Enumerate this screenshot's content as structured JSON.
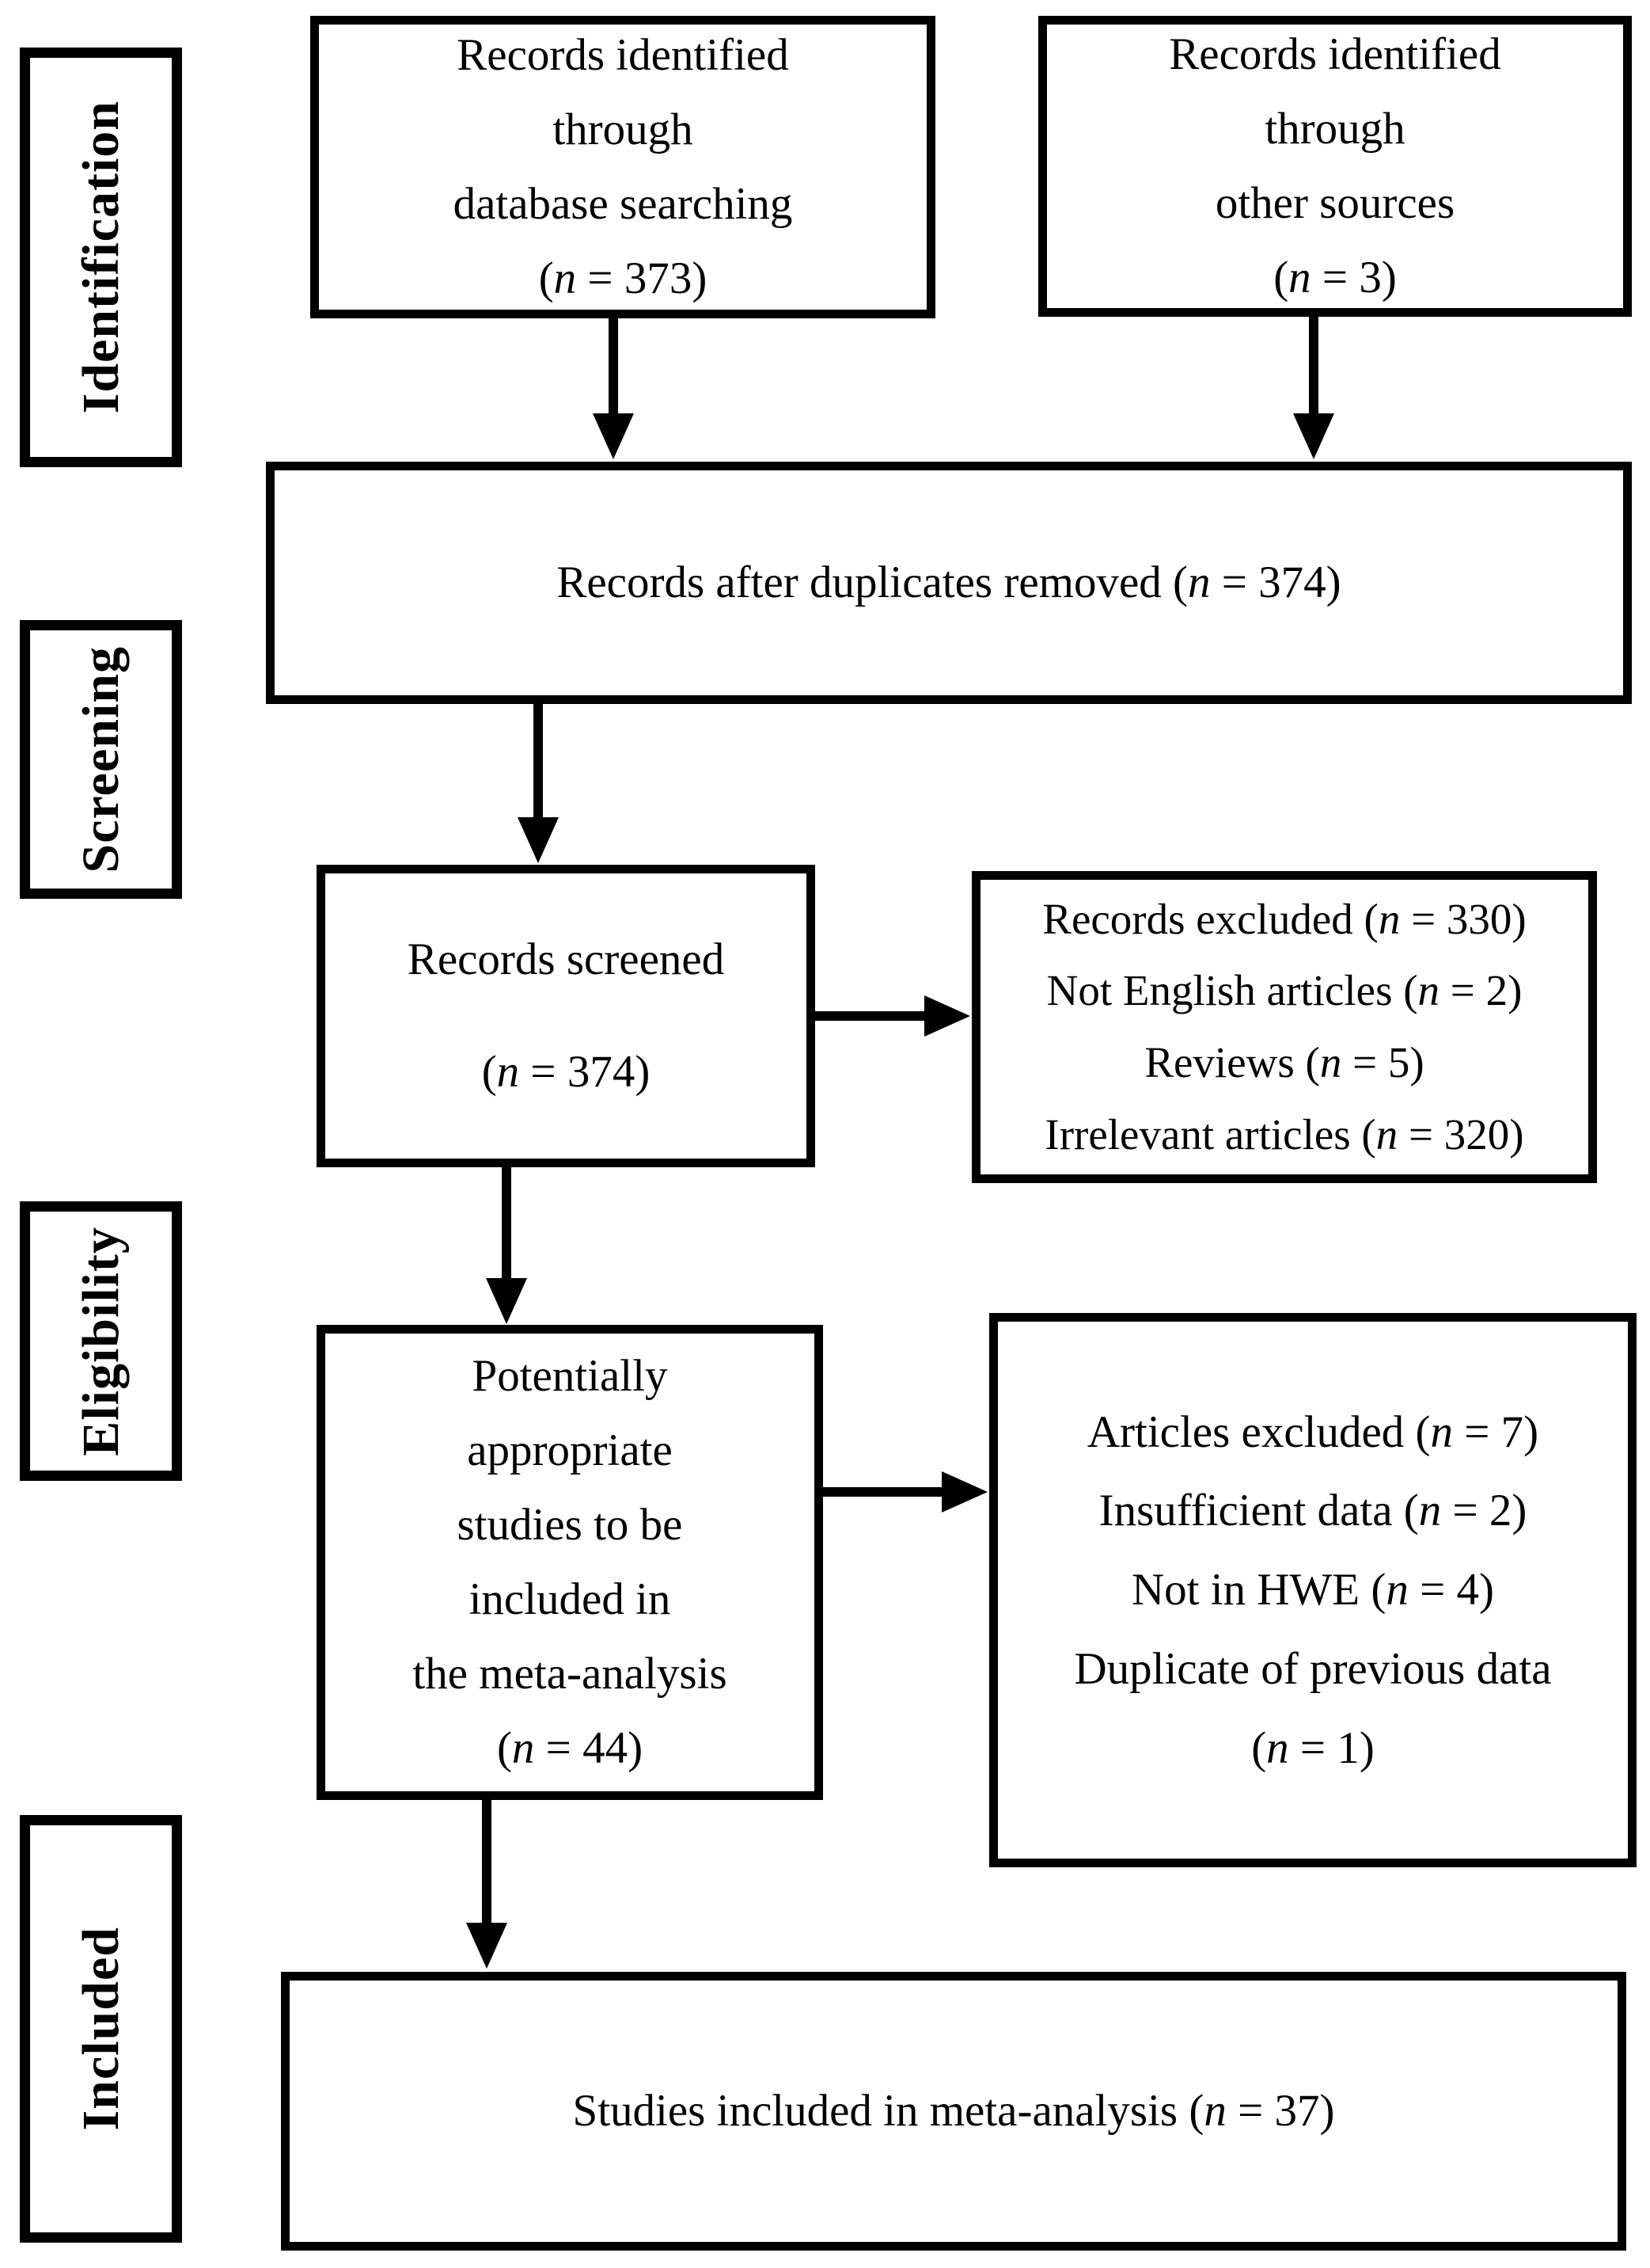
{
  "diagram": {
    "type": "prisma-flow-diagram",
    "colors": {
      "border": "#000000",
      "background": "#ffffff",
      "text": "#000000"
    },
    "stages": [
      {
        "label": "Identification"
      },
      {
        "label": "Screening"
      },
      {
        "label": "Eligibility"
      },
      {
        "label": "Included"
      }
    ],
    "boxes": {
      "identified_database": {
        "lines": [
          "Records identified",
          "through",
          "database searching",
          "(*n* = 373)"
        ]
      },
      "identified_other": {
        "lines": [
          "Records identified",
          "through",
          "other sources",
          "(*n* = 3)"
        ]
      },
      "after_duplicates": {
        "lines": [
          "Records after duplicates removed (*n* = 374)"
        ]
      },
      "screened": {
        "lines": [
          "Records screened",
          "(*n* = 374)"
        ]
      },
      "records_excluded": {
        "lines": [
          "Records excluded (*n* = 330)",
          "Not English articles (*n* = 2)",
          "Reviews (*n* = 5)",
          "Irrelevant articles (*n* = 320)"
        ]
      },
      "potentially_appropriate": {
        "lines": [
          "Potentially",
          "appropriate",
          "studies to be",
          "included in",
          "the meta-analysis",
          "(*n* = 44)"
        ]
      },
      "articles_excluded": {
        "lines": [
          "Articles excluded (*n* = 7)",
          "Insufficient data (*n* = 2)",
          "Not in HWE (*n* = 4)",
          "Duplicate of previous data",
          "(*n* = 1)"
        ]
      },
      "included_meta": {
        "lines": [
          "Studies included in meta-analysis (*n* = 37)"
        ]
      }
    },
    "counts": {
      "identified_database": 373,
      "identified_other": 3,
      "after_duplicates": 374,
      "screened": 374,
      "records_excluded": 330,
      "not_english_articles": 2,
      "reviews": 5,
      "irrelevant_articles": 320,
      "potentially_appropriate": 44,
      "articles_excluded": 7,
      "insufficient_data": 2,
      "not_in_hwe": 4,
      "duplicate_of_previous_data": 1,
      "included_in_meta_analysis": 37
    }
  }
}
